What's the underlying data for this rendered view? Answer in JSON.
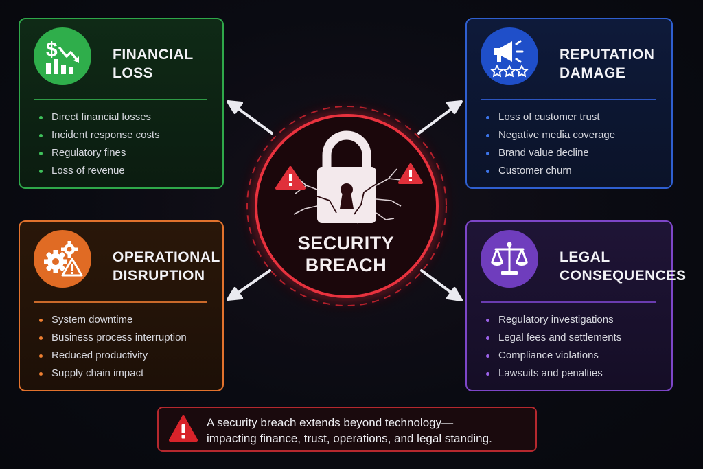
{
  "center": {
    "line1": "SECURITY",
    "line2": "BREACH"
  },
  "cards": {
    "financial": {
      "title_line1": "FINANCIAL",
      "title_line2": "LOSS",
      "icon": "dollar-chart-down-icon",
      "color": "#2fae4b",
      "items": [
        "Direct financial losses",
        "Incident response costs",
        "Regulatory fines",
        "Loss of revenue"
      ]
    },
    "reputation": {
      "title_line1": "REPUTATION",
      "title_line2": "DAMAGE",
      "icon": "megaphone-stars-icon",
      "color": "#1f4fc9",
      "items": [
        "Loss of customer trust",
        "Negative media coverage",
        "Brand value decline",
        "Customer churn"
      ]
    },
    "operational": {
      "title_line1": "OPERATIONAL",
      "title_line2": "DISRUPTION",
      "icon": "gears-warning-icon",
      "color": "#e06b24",
      "items": [
        "System downtime",
        "Business process interruption",
        "Reduced productivity",
        "Supply chain impact"
      ]
    },
    "legal": {
      "title_line1": "LEGAL",
      "title_line2": "CONSEQUENCES",
      "icon": "scales-of-justice-icon",
      "color": "#6f3dbd",
      "items": [
        "Regulatory investigations",
        "Legal fees and settlements",
        "Compliance violations",
        "Lawsuits and penalties"
      ]
    }
  },
  "callout": {
    "line1": "A security breach extends beyond technology—",
    "line2": "impacting finance, trust, operations, and legal standing.",
    "icon": "warning-triangle-icon",
    "color": "#d8232a"
  }
}
